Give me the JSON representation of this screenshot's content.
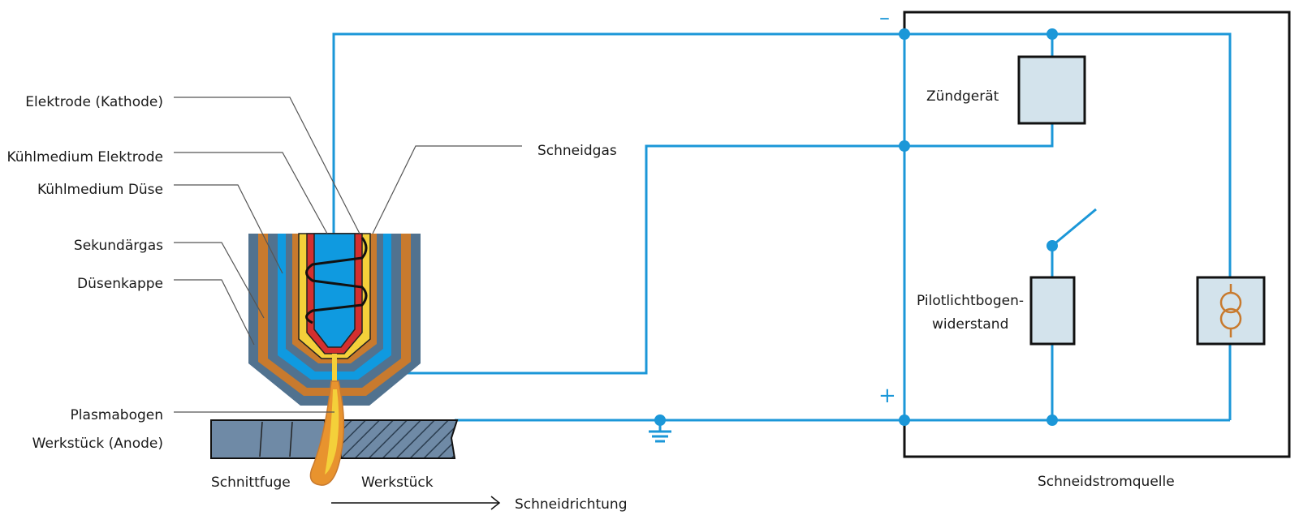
{
  "colors": {
    "wire": "#1b97d8",
    "frame": "#111111",
    "leader": "#555555",
    "box_fill": "#d3e3ec",
    "slate": "#51728f",
    "workpiece": "#6f8aa6",
    "orange": "#c87a2e",
    "yellow": "#f4d03a",
    "red": "#d32f2f",
    "nozzle_blue": "#0f9ae0",
    "flame": "#e8932e",
    "transformer": "#c87a2e"
  },
  "labels": {
    "electrode": "Elektrode (Kathode)",
    "coolant_electrode": "Kühlmedium Elektrode",
    "coolant_nozzle": "Kühlmedium Düse",
    "secondary_gas": "Sekundärgas",
    "nozzle_cap": "Düsenkappe",
    "plasma_arc": "Plasmabogen",
    "workpiece_anode": "Werkstück (Anode)",
    "cutting_gas": "Schneidgas",
    "kerf": "Schnittfuge",
    "workpiece": "Werkstück",
    "cutting_direction": "Schneidrichtung",
    "igniter": "Zündgerät",
    "pilot_resistor_line1": "Pilotlichtbogen-",
    "pilot_resistor_line2": "widerstand",
    "power_source": "Schneidstromquelle",
    "minus": "–",
    "plus": "+"
  },
  "icons": {
    "ground": "ground-symbol-icon",
    "transformer": "transformer-symbol-icon",
    "switch": "switch-icon",
    "arrow": "arrow-right-icon"
  }
}
